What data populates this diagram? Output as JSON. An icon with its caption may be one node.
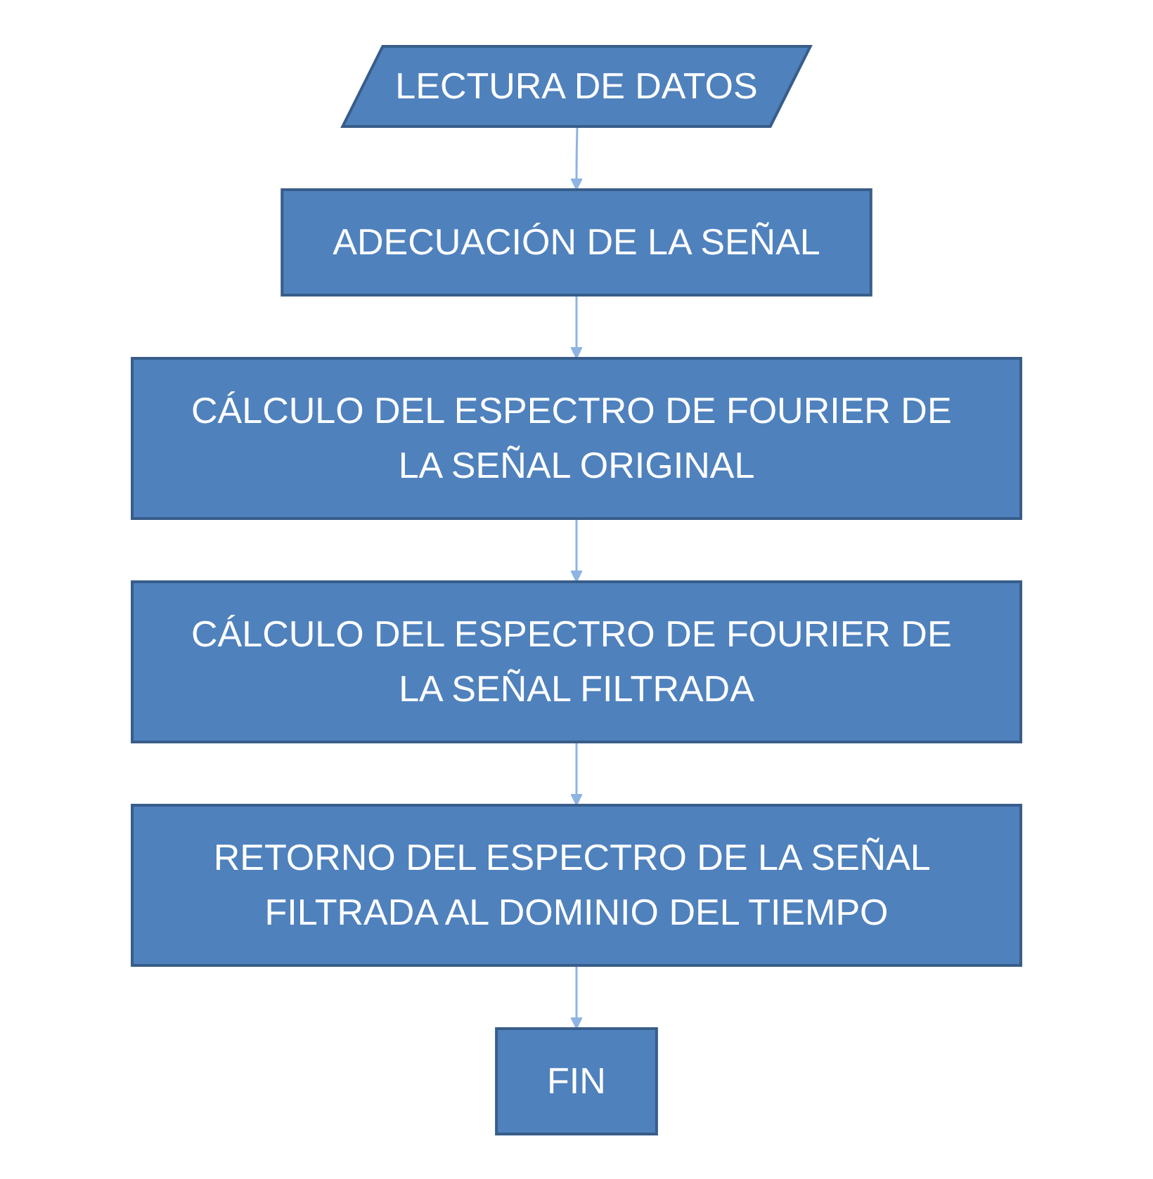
{
  "diagram": {
    "nodes": [
      {
        "text": [
          "LECTURA DE DATOS"
        ]
      },
      {
        "text": [
          "ADECUACIÓN DE LA SEÑAL"
        ]
      },
      {
        "text": [
          "CÁLCULO DEL ESPECTRO DE FOURIER DE LA SEÑAL ORIGINAL"
        ]
      },
      {
        "text": [
          "CÁLCULO DEL ESPECTRO DE FOURIER DE LA SEÑAL FILTRADA"
        ]
      },
      {
        "text": [
          "RETORNO DEL ESPECTRO DE LA SEÑAL FILTRADA AL DOMINIO DEL TIEMPO"
        ]
      },
      {
        "text": [
          "FIN"
        ]
      }
    ],
    "edges": [
      {
        "from": 0,
        "to": 1,
        "arrow": "to"
      },
      {
        "from": 1,
        "to": 2,
        "arrow": "to"
      },
      {
        "from": 2,
        "to": 3,
        "arrow": "to"
      },
      {
        "from": 3,
        "to": 4,
        "arrow": "to"
      },
      {
        "from": 4,
        "to": 5,
        "arrow": "to"
      }
    ]
  }
}
